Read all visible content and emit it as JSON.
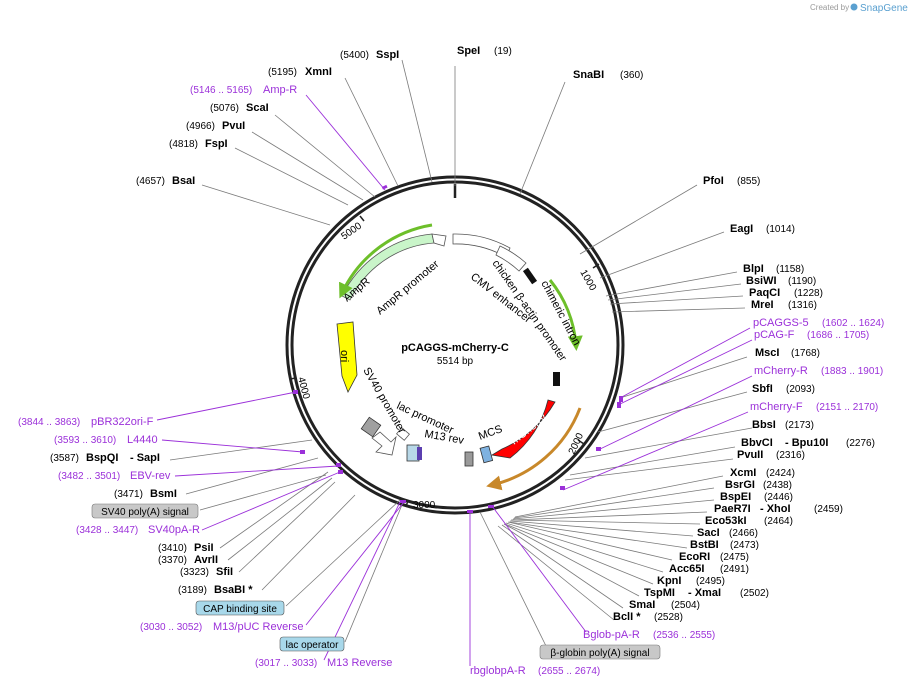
{
  "credit": {
    "prefix": "Created by",
    "brand": "SnapGene"
  },
  "plasmid": {
    "name": "pCAGGS-mCherry-C",
    "size": "5514 bp"
  },
  "scale_ticks": [
    "1000",
    "2000",
    "3000",
    "4000",
    "5000"
  ],
  "sites": {
    "sspi": {
      "name": "SspI",
      "pos": "(5400)"
    },
    "spei": {
      "name": "SpeI",
      "pos": "(19)"
    },
    "snabi": {
      "name": "SnaBI",
      "pos": "(360)"
    },
    "xmni": {
      "name": "XmnI",
      "pos": "(5195)"
    },
    "scai": {
      "name": "ScaI",
      "pos": "(5076)"
    },
    "pvui": {
      "name": "PvuI",
      "pos": "(4966)"
    },
    "fspi": {
      "name": "FspI",
      "pos": "(4818)"
    },
    "bsai": {
      "name": "BsaI",
      "pos": "(4657)"
    },
    "pfoi": {
      "name": "PfoI",
      "pos": "(855)"
    },
    "eagi": {
      "name": "EagI",
      "pos": "(1014)"
    },
    "blpi": {
      "name": "BlpI",
      "pos": "(1158)"
    },
    "bsiwi": {
      "name": "BsiWI",
      "pos": "(1190)"
    },
    "paqci": {
      "name": "PaqCI",
      "pos": "(1228)"
    },
    "mrei": {
      "name": "MreI",
      "pos": "(1316)"
    },
    "msci": {
      "name": "MscI",
      "pos": "(1768)"
    },
    "sbfi": {
      "name": "SbfI",
      "pos": "(2093)"
    },
    "bbsi": {
      "name": "BbsI",
      "pos": "(2173)"
    },
    "bbvci": {
      "name": "BbvCI",
      "extra": "- Bpu10I",
      "pos": "(2276)"
    },
    "pvuii": {
      "name": "PvuII",
      "pos": "(2316)"
    },
    "xcmi": {
      "name": "XcmI",
      "pos": "(2424)"
    },
    "bsrgi": {
      "name": "BsrGI",
      "pos": "(2438)"
    },
    "bspei": {
      "name": "BspEI",
      "pos": "(2446)"
    },
    "paer7i": {
      "name": "PaeR7I",
      "extra": "- XhoI",
      "pos": "(2459)"
    },
    "eco53ki": {
      "name": "Eco53kI",
      "pos": "(2464)"
    },
    "saci": {
      "name": "SacI",
      "pos": "(2466)"
    },
    "bstbi": {
      "name": "BstBI",
      "pos": "(2473)"
    },
    "ecori": {
      "name": "EcoRI",
      "pos": "(2475)"
    },
    "acc65i": {
      "name": "Acc65I",
      "pos": "(2491)"
    },
    "kpni": {
      "name": "KpnI",
      "pos": "(2495)"
    },
    "tspmi": {
      "name": "TspMI",
      "extra": "- XmaI",
      "pos": "(2502)"
    },
    "smai": {
      "name": "SmaI",
      "pos": "(2504)"
    },
    "bcli": {
      "name": "BclI *",
      "pos": "(2528)"
    },
    "bspqi": {
      "pos": "(3587)",
      "name": "BspQI",
      "extra": "- SapI"
    },
    "bsmi": {
      "pos": "(3471)",
      "name": "BsmI"
    },
    "psii": {
      "pos": "(3410)",
      "name": "PsiI"
    },
    "avrii": {
      "pos": "(3370)",
      "name": "AvrII"
    },
    "sfii": {
      "pos": "(3323)",
      "name": "SfiI"
    },
    "bsabi": {
      "pos": "(3189)",
      "name": "BsaBI *"
    }
  },
  "primers": {
    "ampr": {
      "range": "(5146 .. 5165)",
      "name": "Amp-R"
    },
    "pcaggs5": {
      "name": "pCAGGS-5",
      "range": "(1602 .. 1624)"
    },
    "pcagf": {
      "name": "pCAG-F",
      "range": "(1686 .. 1705)"
    },
    "mcherryr": {
      "name": "mCherry-R",
      "range": "(1883 .. 1901)"
    },
    "mcherryf": {
      "name": "mCherry-F",
      "range": "(2151 .. 2170)"
    },
    "pbr322": {
      "range": "(3844 .. 3863)",
      "name": "pBR322ori-F"
    },
    "l4440": {
      "range": "(3593 .. 3610)",
      "name": "L4440"
    },
    "ebvrev": {
      "range": "(3482 .. 3501)",
      "name": "EBV-rev"
    },
    "sv40par": {
      "range": "(3428 .. 3447)",
      "name": "SV40pA-R"
    },
    "m13puc": {
      "range": "(3030 .. 3052)",
      "name": "M13/pUC Reverse"
    },
    "m13rev": {
      "range": "(3017 .. 3033)",
      "name": "M13 Reverse"
    },
    "bglob": {
      "name": "Bglob-pA-R",
      "range": "(2536 .. 2555)"
    },
    "rbglob": {
      "name": "rbglobpA-R",
      "range": "(2655 .. 2674)"
    }
  },
  "boxed_features": {
    "sv40polya": "SV40 poly(A) signal",
    "cap": "CAP binding site",
    "lacop": "lac operator",
    "bglobpolya": "β-globin poly(A) signal"
  },
  "features": {
    "ampr": "AmpR",
    "ampr_promoter": "AmpR promoter",
    "cmv": "CMV enhancer",
    "chicken": "chicken β-actin promoter",
    "intron": "chimeric intron",
    "mcherry": "mCherry",
    "mcs": "MCS",
    "ori": "ori",
    "sv40_promoter": "SV40 promoter",
    "lac_promoter": "lac promoter",
    "m13rev": "M13 rev"
  },
  "colors": {
    "ampr": "#c9f5c9",
    "ori": "#ffff00",
    "mcherry": "#ff0000",
    "mcs": "#7fb2e0",
    "primer": "#9b30d9",
    "ring": "#222222",
    "green_arc": "#6dbf2a",
    "orange_arc": "#c8882a",
    "cap_box": "#a8d8ea",
    "grey_box": "#c8c8c8"
  }
}
